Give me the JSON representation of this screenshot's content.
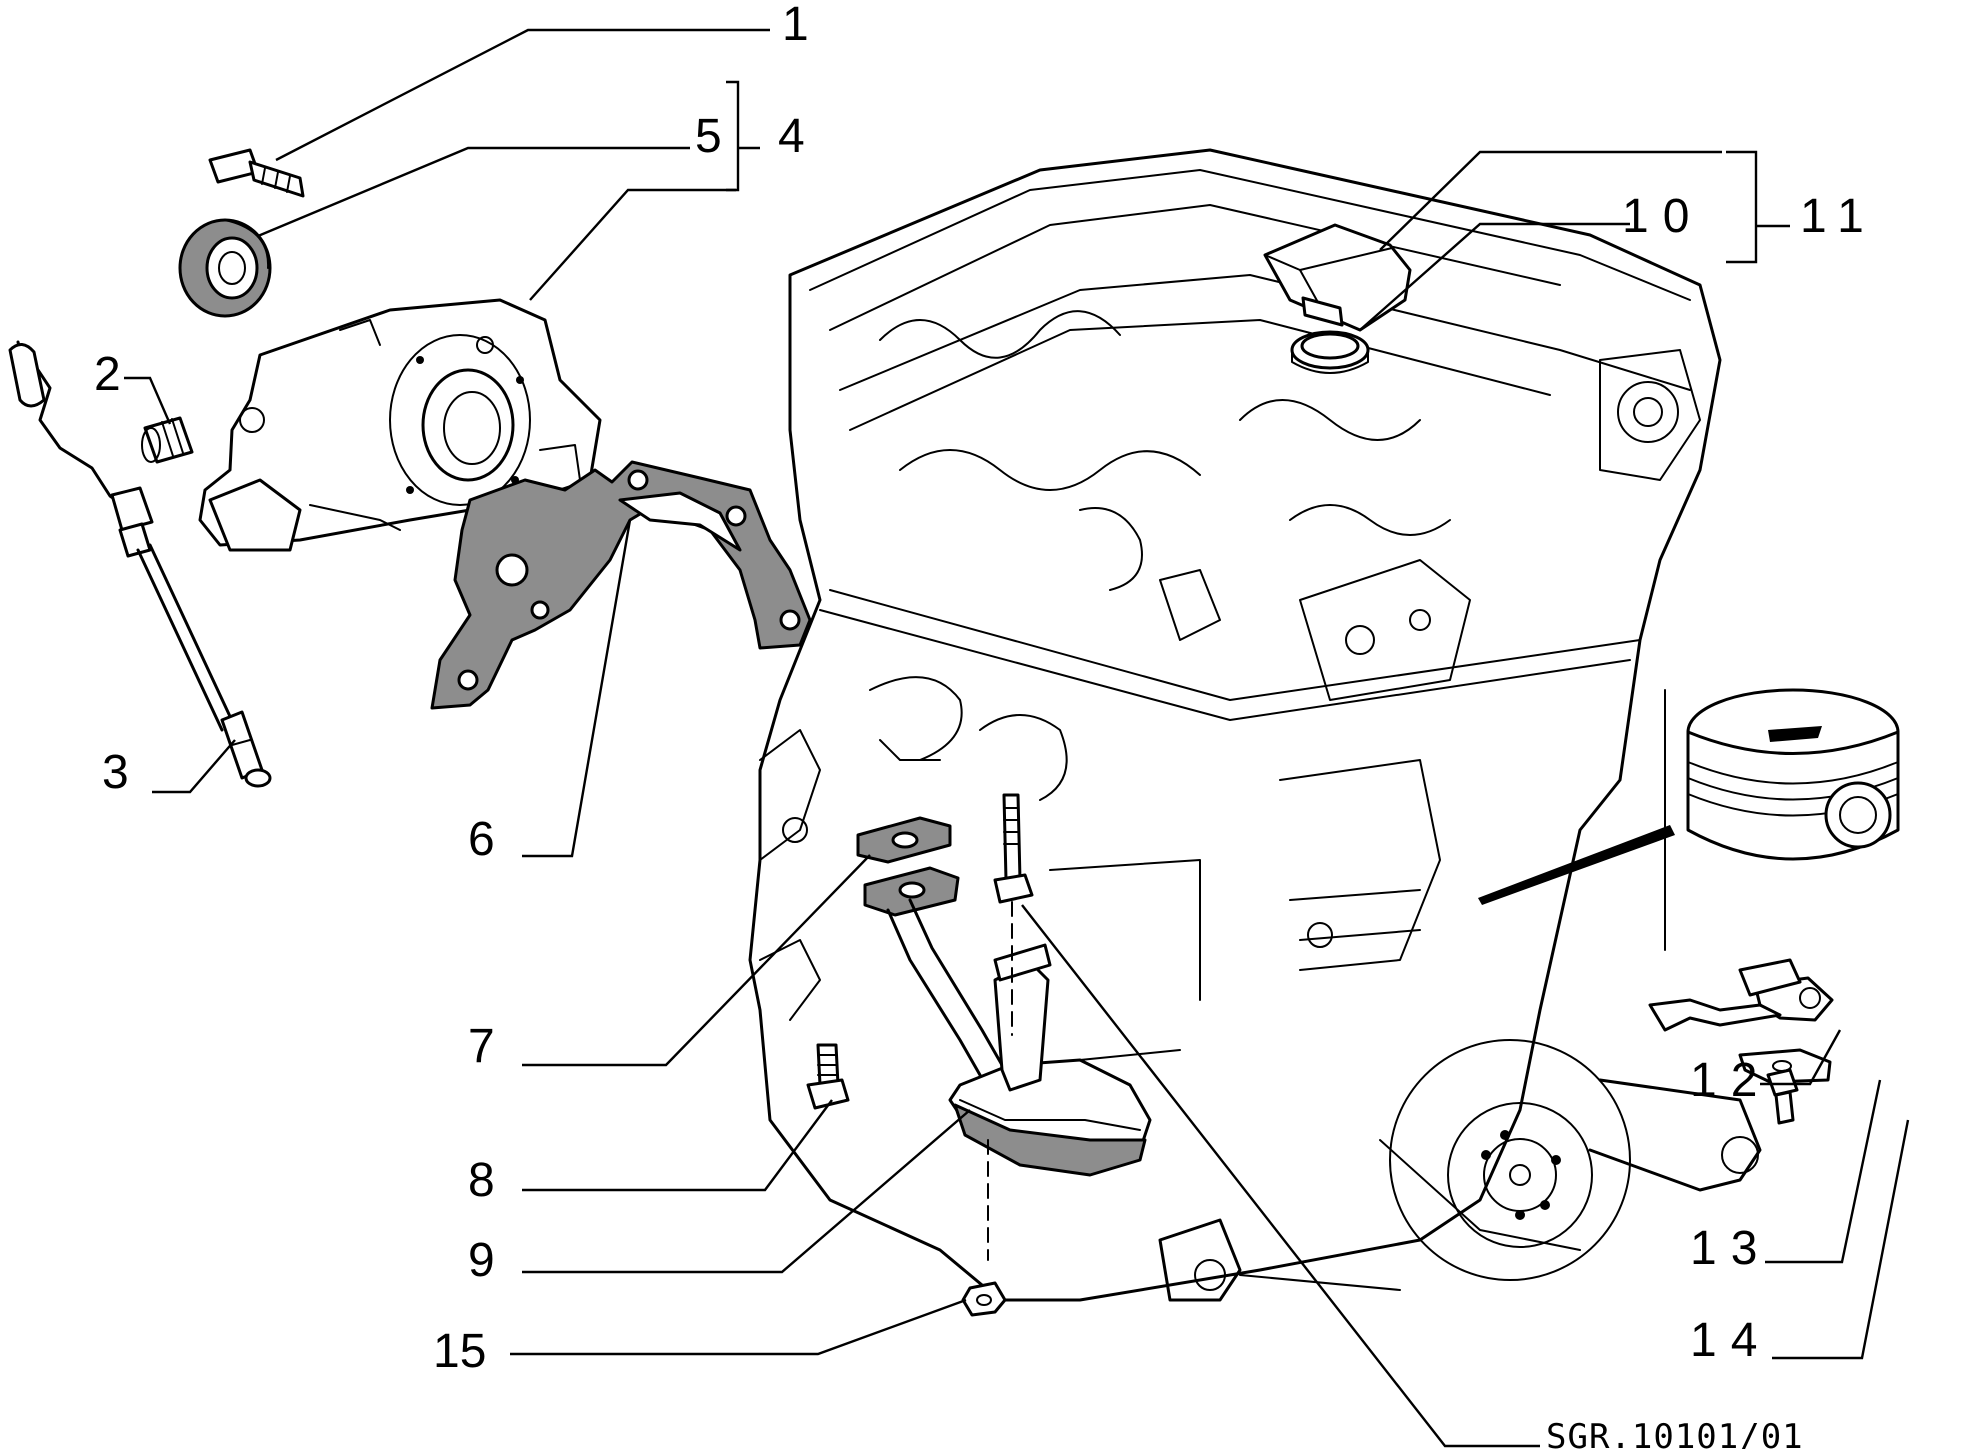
{
  "callouts": [
    "1",
    "2",
    "3",
    "4",
    "5",
    "6",
    "7",
    "8",
    "9",
    "10",
    "11",
    "12",
    "13",
    "14",
    "15"
  ],
  "drawing_ref": "SGR.10101/01"
}
